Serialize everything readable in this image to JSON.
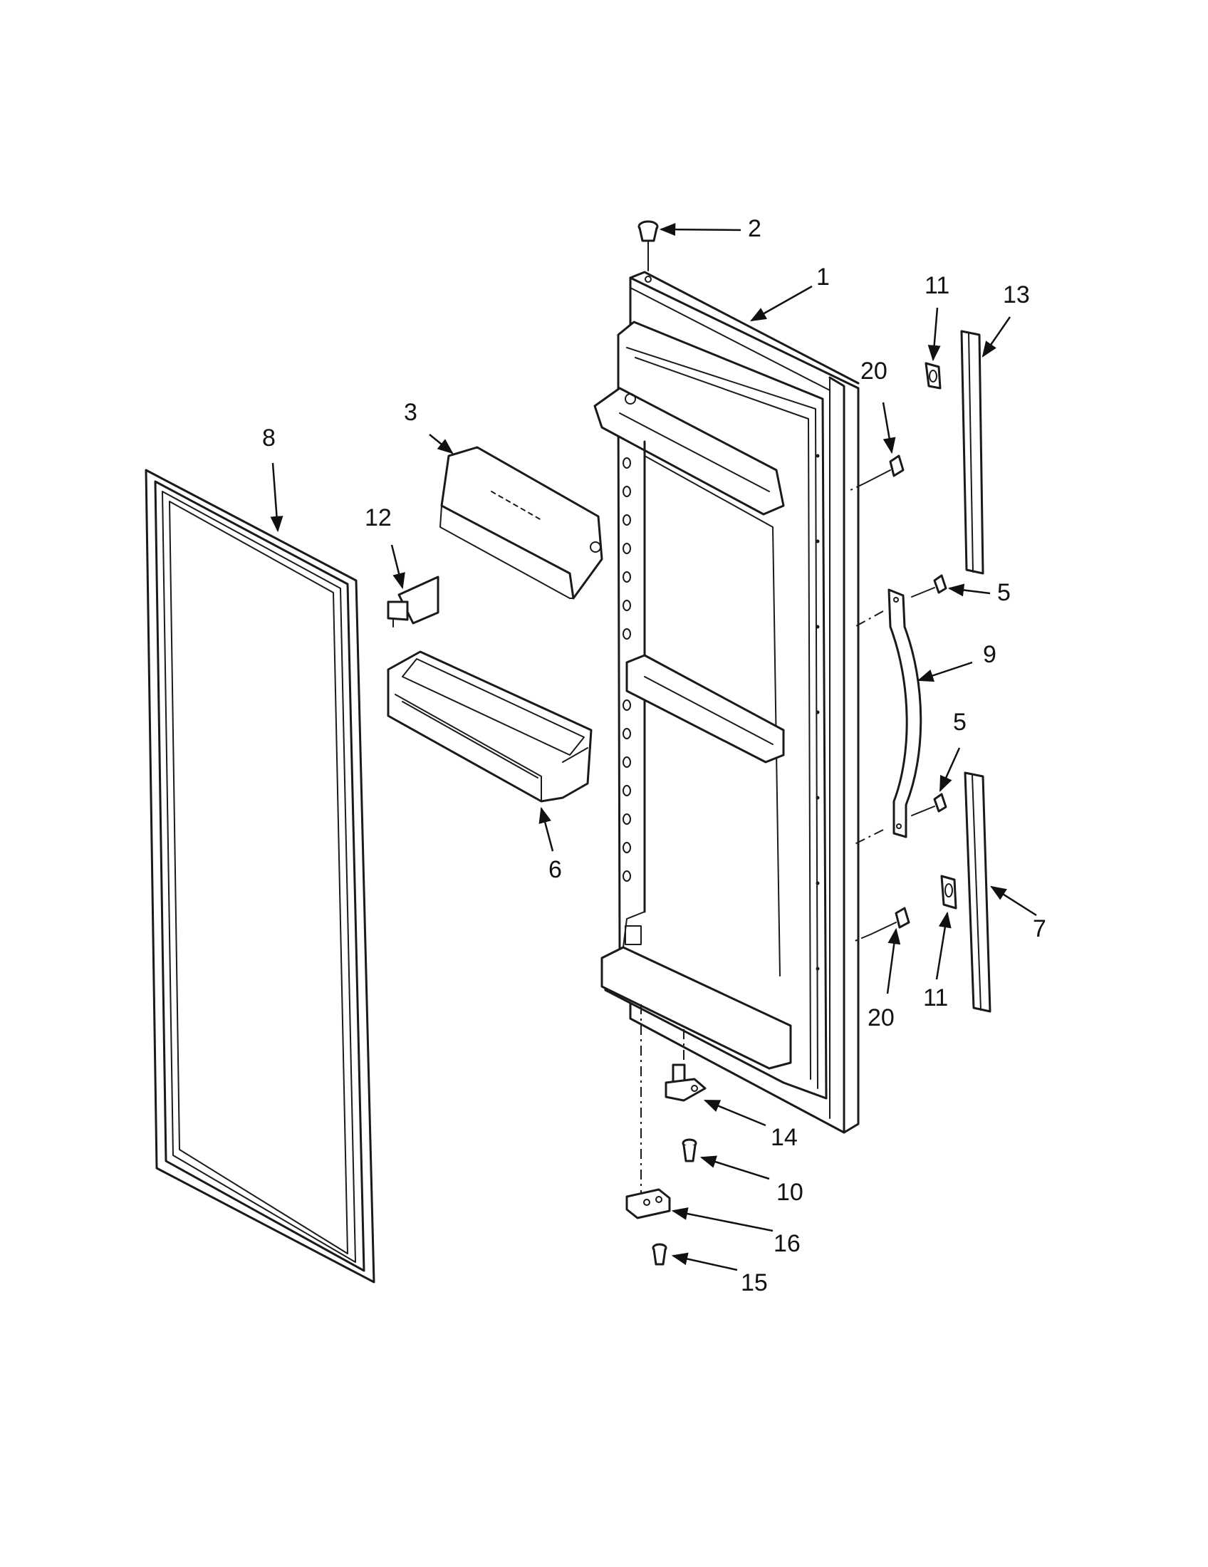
{
  "diagram": {
    "type": "exploded-parts-view",
    "colors": {
      "line": "#1a1a1a",
      "background": "#ffffff"
    },
    "callouts": [
      {
        "id": "c2",
        "label": "2"
      },
      {
        "id": "c1",
        "label": "1"
      },
      {
        "id": "c11a",
        "label": "11"
      },
      {
        "id": "c13",
        "label": "13"
      },
      {
        "id": "c20a",
        "label": "20"
      },
      {
        "id": "c3",
        "label": "3"
      },
      {
        "id": "c8",
        "label": "8"
      },
      {
        "id": "c12",
        "label": "12"
      },
      {
        "id": "c5a",
        "label": "5"
      },
      {
        "id": "c9",
        "label": "9"
      },
      {
        "id": "c5b",
        "label": "5"
      },
      {
        "id": "c6",
        "label": "6"
      },
      {
        "id": "c7",
        "label": "7"
      },
      {
        "id": "c11b",
        "label": "11"
      },
      {
        "id": "c20b",
        "label": "20"
      },
      {
        "id": "c14",
        "label": "14"
      },
      {
        "id": "c10",
        "label": "10"
      },
      {
        "id": "c16",
        "label": "16"
      },
      {
        "id": "c15",
        "label": "15"
      }
    ]
  }
}
